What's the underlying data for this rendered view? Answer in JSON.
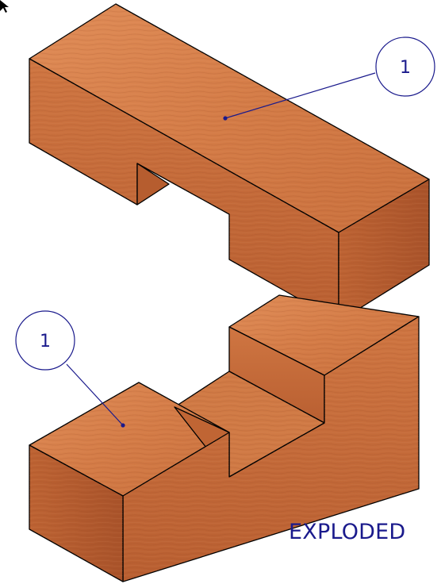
{
  "view_label": "EXPLODED",
  "balloons": [
    {
      "text": "1"
    },
    {
      "text": "1"
    }
  ],
  "colors": {
    "annotation": "#1a1a8c",
    "wood_top": "#d9824f",
    "wood_front": "#c4693a",
    "wood_side": "#b45a2e",
    "edge": "#000000"
  },
  "icons": [
    "cursor-arrow-icon"
  ]
}
